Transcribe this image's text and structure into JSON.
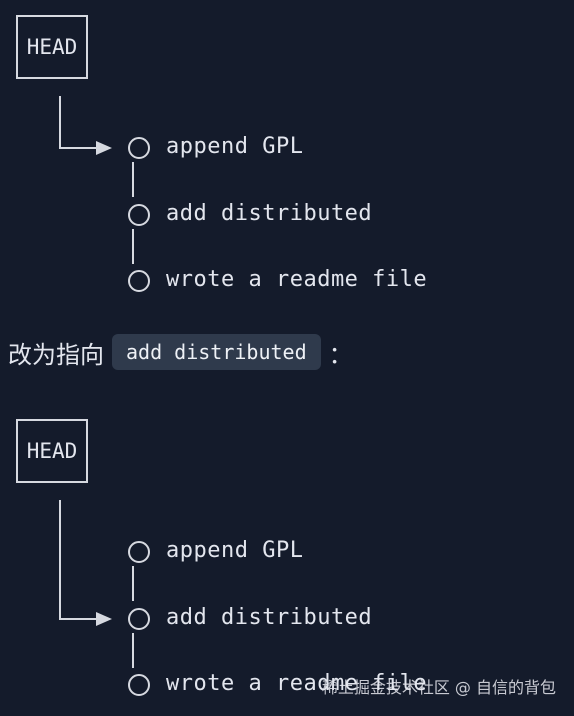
{
  "diagram1": {
    "head_label": "HEAD",
    "commits": [
      "append GPL",
      "add distributed",
      "wrote a readme file"
    ],
    "pointer_target_index": 0
  },
  "prose": {
    "prefix": "改为指向",
    "code": "add distributed",
    "suffix": "："
  },
  "diagram2": {
    "head_label": "HEAD",
    "commits": [
      "append GPL",
      "add distributed",
      "wrote a readme file"
    ],
    "pointer_target_index": 1
  },
  "watermark": "稀土掘金技术社区 @ 自信的背包",
  "colors": {
    "background": "#141b2b",
    "foreground": "#e3e6ee",
    "chip": "#2f3a4c"
  }
}
